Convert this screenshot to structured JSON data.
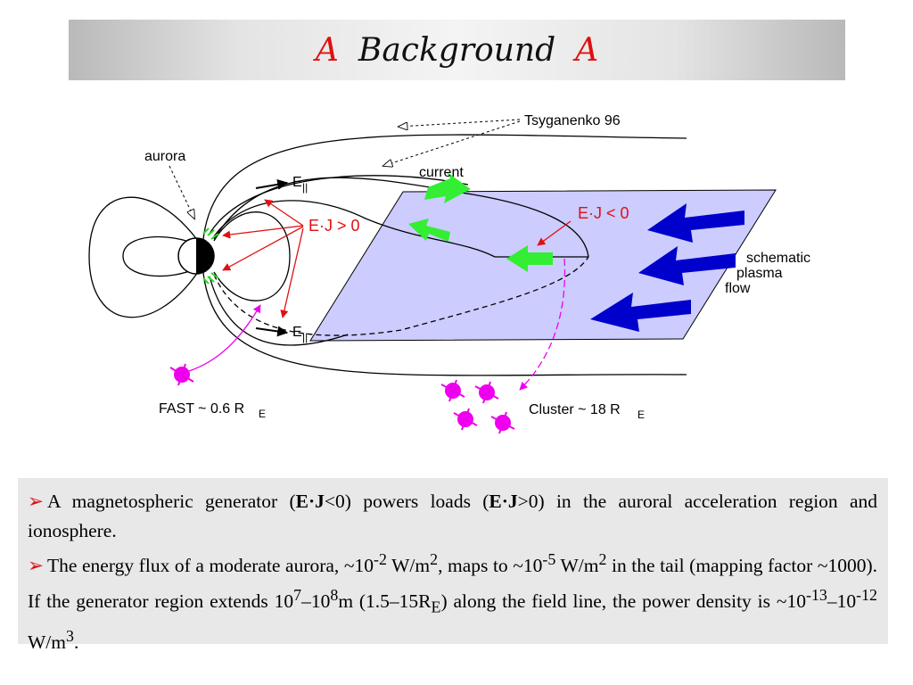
{
  "title": {
    "deco_left": "A",
    "text": "Background",
    "deco_right": "A"
  },
  "diagram": {
    "labels": {
      "tsyganenko": "Tsyganenko 96",
      "aurora": "aurora",
      "current": "current",
      "e_field": "E",
      "e_parallel_sub": "||",
      "ej_positive": "E·J > 0",
      "ej_negative": "E·J < 0",
      "schematic": "schematic",
      "plasma": "plasma",
      "flow": "flow",
      "fast_text": "FAST ~ 0.6 R",
      "fast_sub": "E",
      "cluster_text": "Cluster ~ 18 R",
      "cluster_sub": "E"
    },
    "colors": {
      "plasma_sheet": "#ccccff",
      "current_arrow": "#33ee33",
      "flow_arrow": "#0000cc",
      "annotation_red": "#e01010",
      "spacecraft": "#ee00ee"
    }
  },
  "text_block": {
    "bullet1": {
      "a": "A magnetospheric generator (",
      "b": "E·J",
      "c": "<0) powers loads (",
      "d": "E·J",
      "e": ">0) in the auroral acceleration region and ionosphere."
    },
    "bullet2": {
      "a": "The energy flux of a moderate aurora, ~10",
      "b": "-2",
      "c": " W/m",
      "d": "2",
      "e": ", maps to ~10",
      "f": "-5",
      "g": " W/m",
      "h": "2",
      "i": " in the tail (mapping factor ~1000). If the generator region extends 10",
      "j": "7",
      "k": "–10",
      "l": "8",
      "m": "m (1.5–15R",
      "n": "E",
      "o": ") along the field line, the power density is ~10",
      "p": "-13",
      "q": "–10",
      "r": "-12",
      "s": " W/m",
      "t": "3",
      "u": "."
    }
  }
}
